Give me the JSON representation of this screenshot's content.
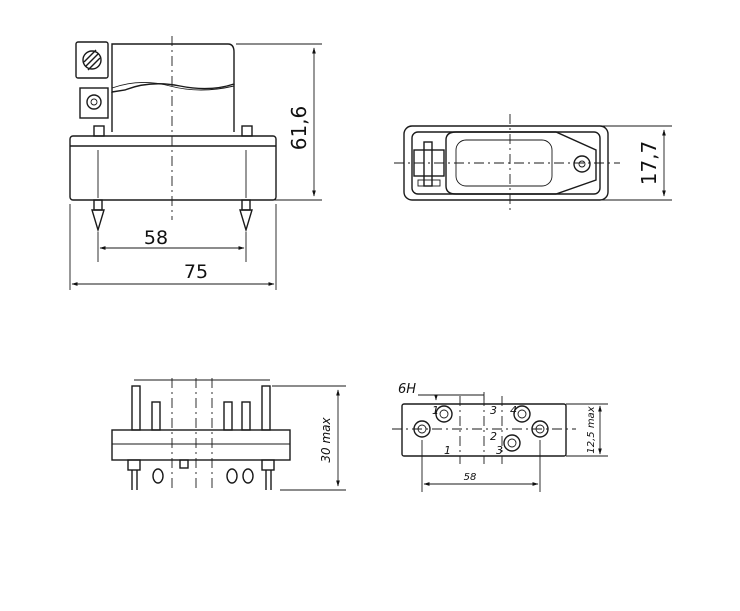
{
  "views": {
    "front": {
      "dim_height": "61,6",
      "dim_pin_spacing": "58",
      "dim_width": "75"
    },
    "top": {
      "dim_height": "17,7"
    },
    "side": {
      "dim_height": "30 max"
    },
    "bottom": {
      "label_bh": "6Н",
      "pin_1": "1",
      "pin_1b": "1",
      "pin_2": "2",
      "pin_3": "3",
      "pin_3b": "3",
      "pin_4": "4",
      "dim_height": "12,5 max",
      "dim_spacing": "58"
    }
  },
  "colors": {
    "ink": "#1a1a1a",
    "paper": "#ffffff"
  }
}
